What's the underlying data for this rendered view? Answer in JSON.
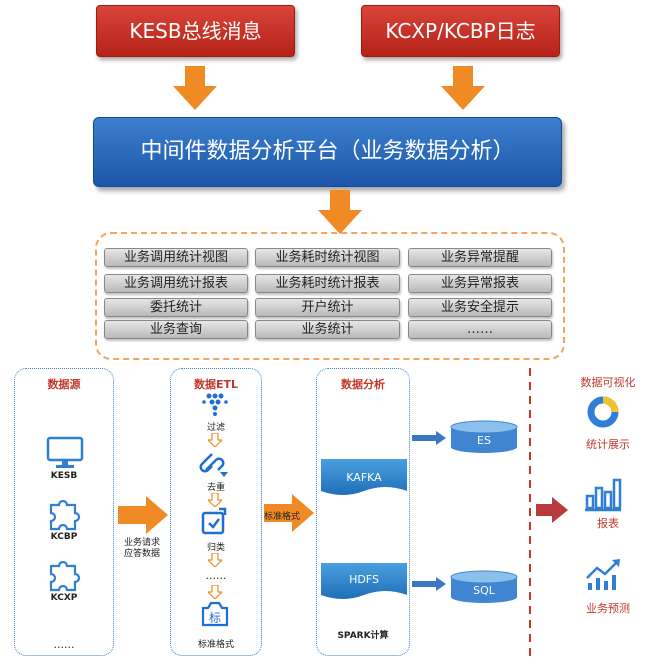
{
  "sources": {
    "kesb": "KESB总线消息",
    "kcxp": "KCXP/KCBP日志"
  },
  "platform": {
    "label": "中间件数据分析平台（业务数据分析）"
  },
  "functions": {
    "col1": [
      "业务调用统计视图",
      "业务调用统计报表",
      "委托统计",
      "业务查询"
    ],
    "col2": [
      "业务耗时统计视图",
      "业务耗时统计报表",
      "开户统计",
      "业务统计"
    ],
    "col3": [
      "业务异常提醒",
      "业务异常报表",
      "业务安全提示",
      "……"
    ]
  },
  "datasource": {
    "title": "数据源",
    "items": [
      "KESB",
      "KCBP",
      "KCXP"
    ],
    "more": "......"
  },
  "flow1": {
    "label": "业务请求\n应答数据",
    "line1": "业务请求",
    "line2": "应答数据"
  },
  "etl": {
    "title_prefix": "数据",
    "title_suffix": "ETL",
    "steps": [
      "过滤",
      "去重",
      "归类"
    ],
    "more": "......",
    "last": "标准格式",
    "badge": "标"
  },
  "flow2": {
    "label": "标准格式"
  },
  "analysis": {
    "title": "数据分析",
    "kafka": "KAFKA",
    "hdfs": "HDFS",
    "es": "ES",
    "sql": "SQL",
    "footer": "SPARK计算"
  },
  "visual": {
    "title": "数据可视化",
    "items": [
      "统计展示",
      "报表",
      "业务预测"
    ]
  },
  "colors": {
    "red": "#c0392b",
    "blue": "#1c56a8",
    "orange": "#f08a24",
    "panel_border": "#3f7fc8"
  }
}
